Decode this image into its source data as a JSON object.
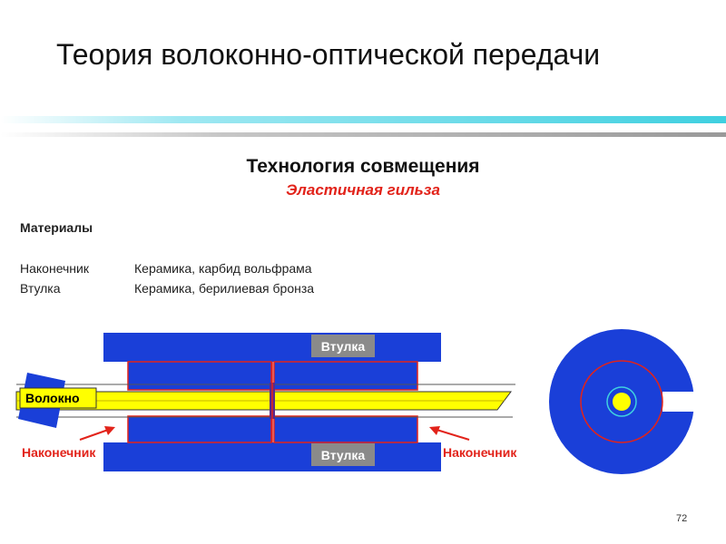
{
  "slide": {
    "title": "Теория волоконно-оптической передачи",
    "page_number": "72"
  },
  "section": {
    "heading": "Технология совмещения",
    "subheading": "Эластичная гильза"
  },
  "materials": {
    "title": "Материалы",
    "rows": [
      {
        "name": "Наконечник",
        "value": "Керамика, карбид вольфрама"
      },
      {
        "name": "Втулка",
        "value": "Керамика, берилиевая бронза"
      }
    ]
  },
  "diagram": {
    "labels": {
      "sleeve_top": "Втулка",
      "sleeve_bottom": "Втулка",
      "fiber": "Волокно",
      "ferrule_left": "Наконечник",
      "ferrule_right": "Наконечник"
    },
    "colors": {
      "sleeve_blue": "#1a3fd8",
      "fiber_yellow": "#ffff00",
      "label_gray": "#8a8a8a",
      "accent_red": "#e2231a",
      "cyan": "#3fd0e0"
    }
  }
}
